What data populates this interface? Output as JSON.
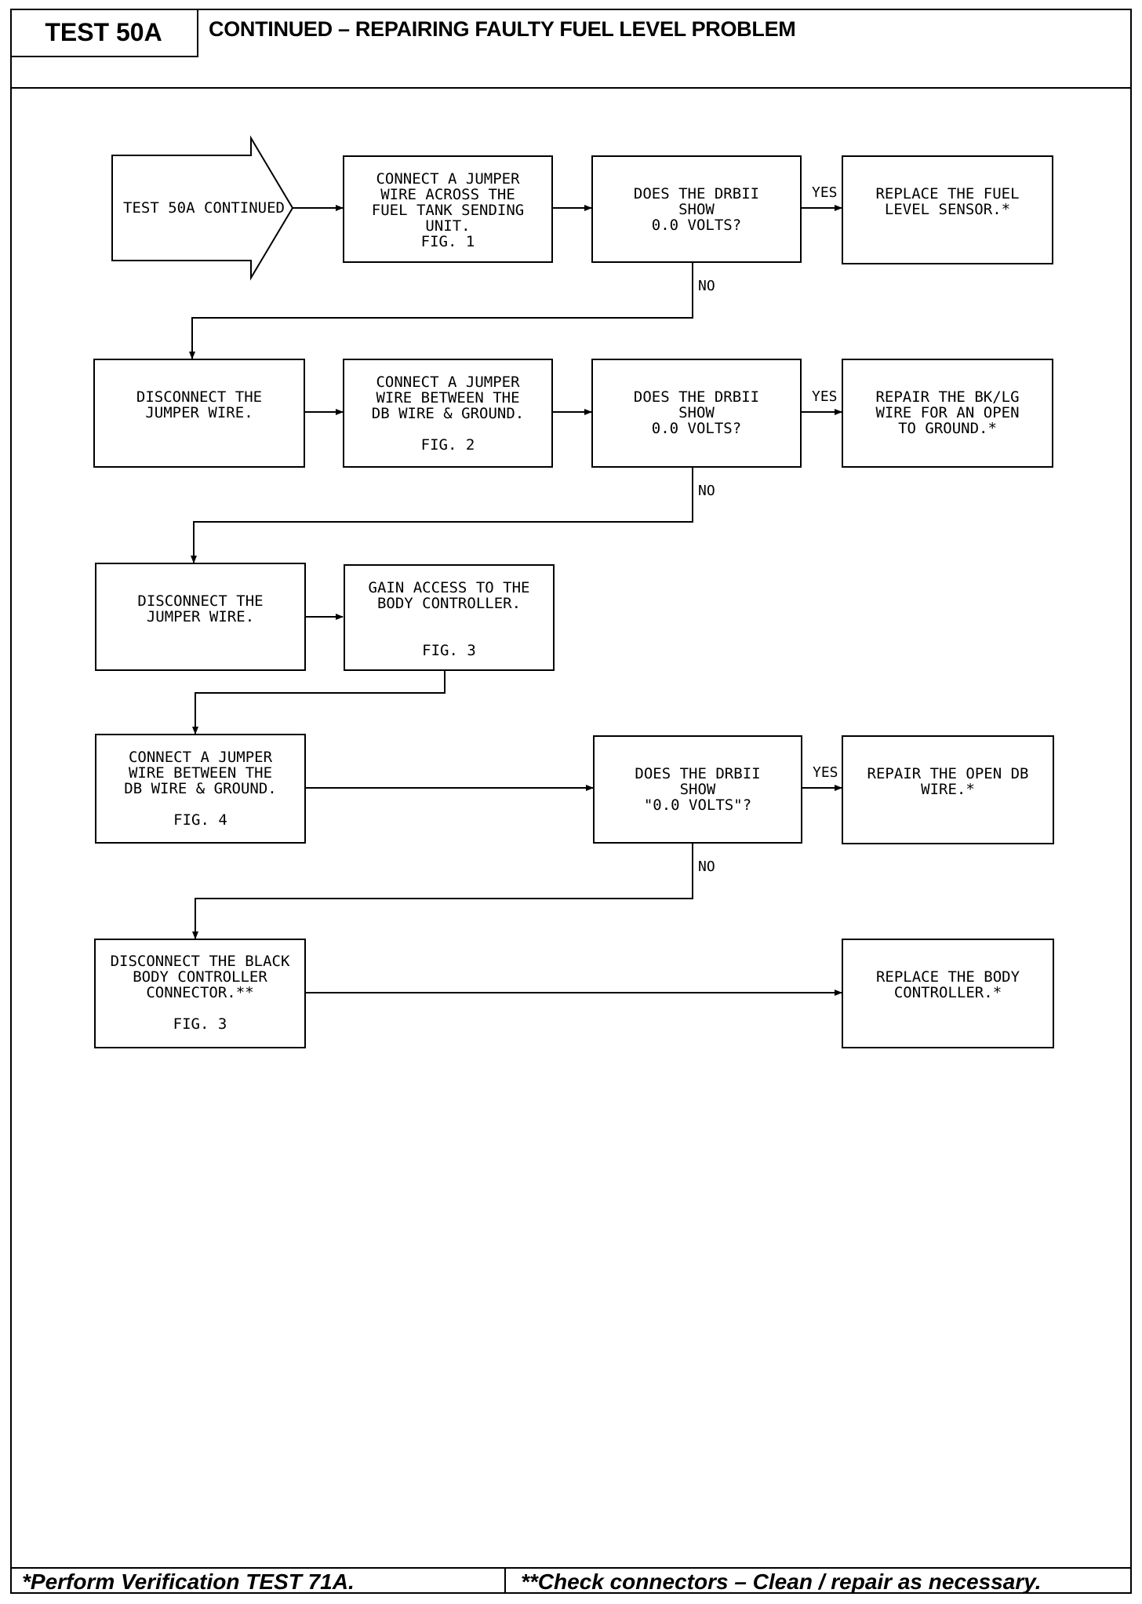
{
  "header": {
    "test_label": "TEST 50A",
    "title": "CONTINUED – REPAIRING FAULTY FUEL LEVEL PROBLEM"
  },
  "flow": {
    "start": "TEST 50A CONTINUED",
    "row1": {
      "step": "CONNECT A JUMPER\nWIRE ACROSS THE\nFUEL TANK SENDING\nUNIT.\nFIG. 1",
      "question": "DOES THE DRBII\nSHOW\n0.0 VOLTS?",
      "yes_label": "YES",
      "yes_action": "REPLACE THE FUEL\nLEVEL SENSOR.*",
      "no_label": "NO"
    },
    "row2": {
      "step_a": "DISCONNECT THE\nJUMPER WIRE.",
      "step_b": "CONNECT A JUMPER\nWIRE BETWEEN THE\nDB WIRE & GROUND.\n\nFIG. 2",
      "question": "DOES THE DRBII\nSHOW\n0.0 VOLTS?",
      "yes_label": "YES",
      "yes_action": "REPAIR THE BK/LG\nWIRE FOR AN OPEN\nTO GROUND.*",
      "no_label": "NO"
    },
    "row3": {
      "step_a": "DISCONNECT THE\nJUMPER WIRE.",
      "step_b": "GAIN ACCESS TO THE\nBODY CONTROLLER.\n\n\nFIG. 3"
    },
    "row4": {
      "step": "CONNECT A JUMPER\nWIRE BETWEEN THE\nDB WIRE & GROUND.\n\nFIG. 4",
      "question": "DOES THE DRBII\nSHOW\n\"0.0 VOLTS\"?",
      "yes_label": "YES",
      "yes_action": "REPAIR THE OPEN DB\nWIRE.*",
      "no_label": "NO"
    },
    "row5": {
      "step": "DISCONNECT THE BLACK\nBODY CONTROLLER\nCONNECTOR.**\n\nFIG. 3",
      "action": "REPLACE THE BODY\nCONTROLLER.*"
    }
  },
  "footer": {
    "left": "*Perform Verification TEST 71A.",
    "right": "**Check connectors – Clean / repair as necessary."
  }
}
